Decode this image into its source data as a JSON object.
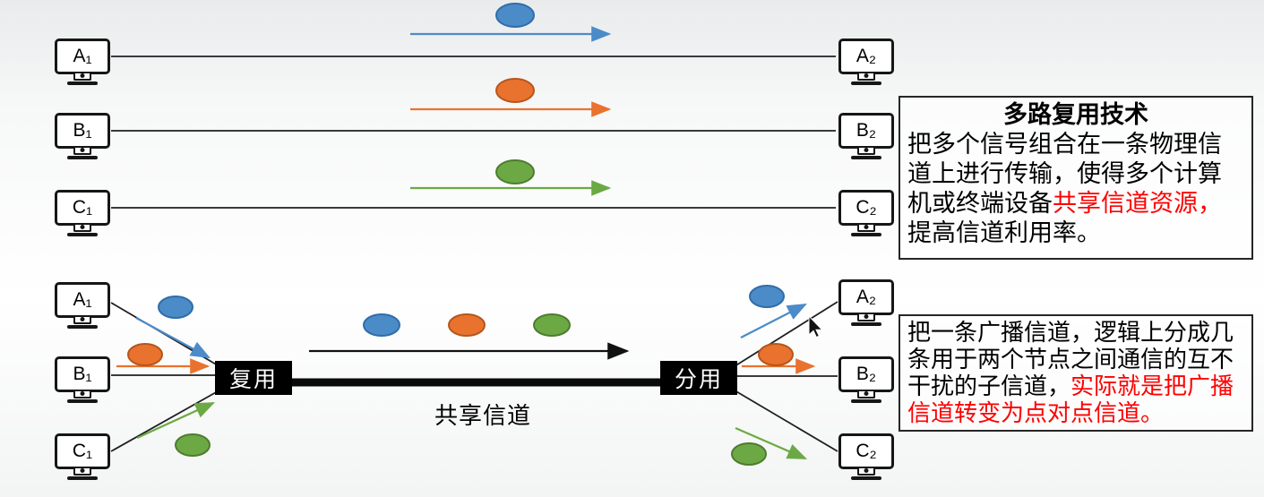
{
  "colors": {
    "blue": "#4b8bc8",
    "blue_edge": "#2f6da8",
    "orange": "#e9722e",
    "orange_edge": "#b5561d",
    "green": "#6ca944",
    "green_edge": "#4e7c2f",
    "wire": "#1f1f1f",
    "red_text": "#fe0000",
    "box_border": "#262626"
  },
  "top_section": {
    "rows": [
      {
        "left": "A₁",
        "right": "A₂",
        "stream_color": "blue"
      },
      {
        "left": "B₁",
        "right": "B₂",
        "stream_color": "orange"
      },
      {
        "left": "C₁",
        "right": "C₂",
        "stream_color": "green"
      }
    ]
  },
  "bottom_section": {
    "left_terminals": [
      "A₁",
      "B₁",
      "C₁"
    ],
    "right_terminals": [
      "A₂",
      "B₂",
      "C₂"
    ],
    "mux_label": "复用",
    "demux_label": "分用",
    "channel_label": "共享信道"
  },
  "info_box_multiplexing": {
    "title": "多路复用技术",
    "body_part_1": "把多个信号组合在一条物理信道上进行传输，使得多个计算机或终端设备",
    "body_part_red": "共享信道资源，",
    "body_part_2": "提高信道利用率。"
  },
  "info_box_broadcast": {
    "body_part_1": "把一条广播信道，逻辑上分成几条用于两个节点之间通信的互不干扰的子信道，",
    "body_part_red": "实际就是把广播信道转变为点对点信道。"
  }
}
